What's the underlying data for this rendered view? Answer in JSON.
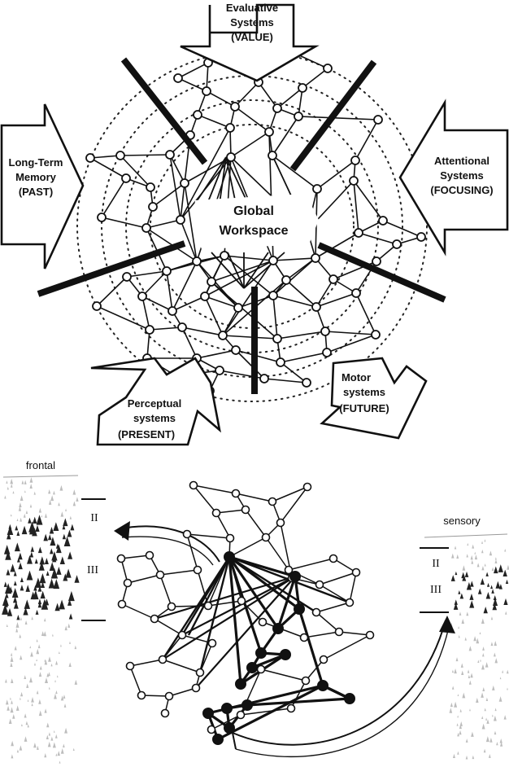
{
  "top_diagram": {
    "center_label_line1": "Global",
    "center_label_line2": "Workspace",
    "inputs": {
      "evaluative": {
        "line1": "Evaluative",
        "line2": "Systems",
        "line3": "(VALUE)"
      },
      "memory": {
        "line1": "Long-Term",
        "line2": "Memory",
        "line3": "(PAST)"
      },
      "attention": {
        "line1": "Attentional",
        "line2": "Systems",
        "line3": "(FOCUSING)"
      },
      "perceptual": {
        "line1": "Perceptual",
        "line2": "systems",
        "line3": "(PRESENT)"
      },
      "motor": {
        "line1": "Motor",
        "line2": "systems",
        "line3": "(FUTURE)"
      }
    }
  },
  "bottom_diagram": {
    "left_panel": {
      "title": "frontal",
      "layer_ii": "II",
      "layer_iii": "III"
    },
    "right_panel": {
      "title": "sensory",
      "layer_ii": "II",
      "layer_iii": "III"
    }
  },
  "colors": {
    "ink": "#111111",
    "paper": "#ffffff",
    "tissue_light": "#bdbdbd"
  }
}
